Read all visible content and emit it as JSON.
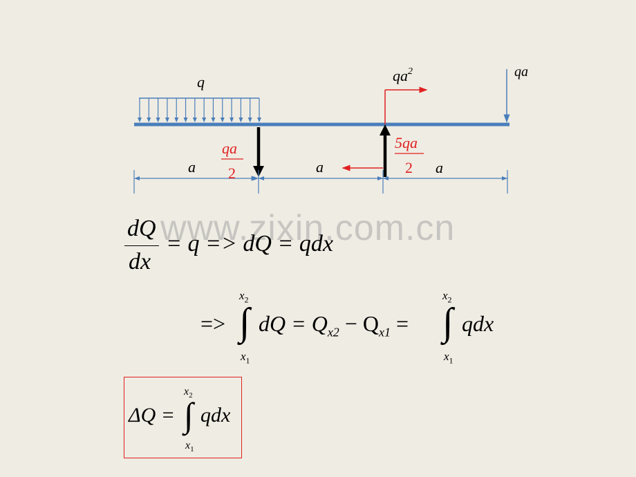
{
  "beam": {
    "load_q": "q",
    "moment_label_base": "qa",
    "moment_label_exp": "2",
    "force_qa": "qa",
    "reaction_left_num": "qa",
    "reaction_left_den": "2",
    "reaction_right_num": "5qa",
    "reaction_right_den": "2",
    "span1": "a",
    "span2": "a",
    "span3": "a"
  },
  "equation1": {
    "num": "dQ",
    "den": "dx",
    "rhs": "= q => dQ = qdx"
  },
  "equation2": {
    "prefix": "=>",
    "int1_upper": "x",
    "int1_upper_sub": "2",
    "int1_lower": "x",
    "int1_lower_sub": "1",
    "mid1": "dQ = Q",
    "mid_sub1": "x2",
    "mid2": " − Q",
    "mid_sub2": "x1",
    "mid3": " =",
    "int2_upper": "x",
    "int2_upper_sub": "2",
    "int2_lower": "x",
    "int2_lower_sub": "1",
    "tail": "qdx"
  },
  "equation3": {
    "lhs": "ΔQ =",
    "upper": "x",
    "upper_sub": "2",
    "lower": "x",
    "lower_sub": "1",
    "tail": "qdx"
  },
  "watermark": "www.zixin.com.cn",
  "colors": {
    "background": "#efece3",
    "beam": "#4a7ebb",
    "red": "#e02020",
    "black": "#000000"
  }
}
